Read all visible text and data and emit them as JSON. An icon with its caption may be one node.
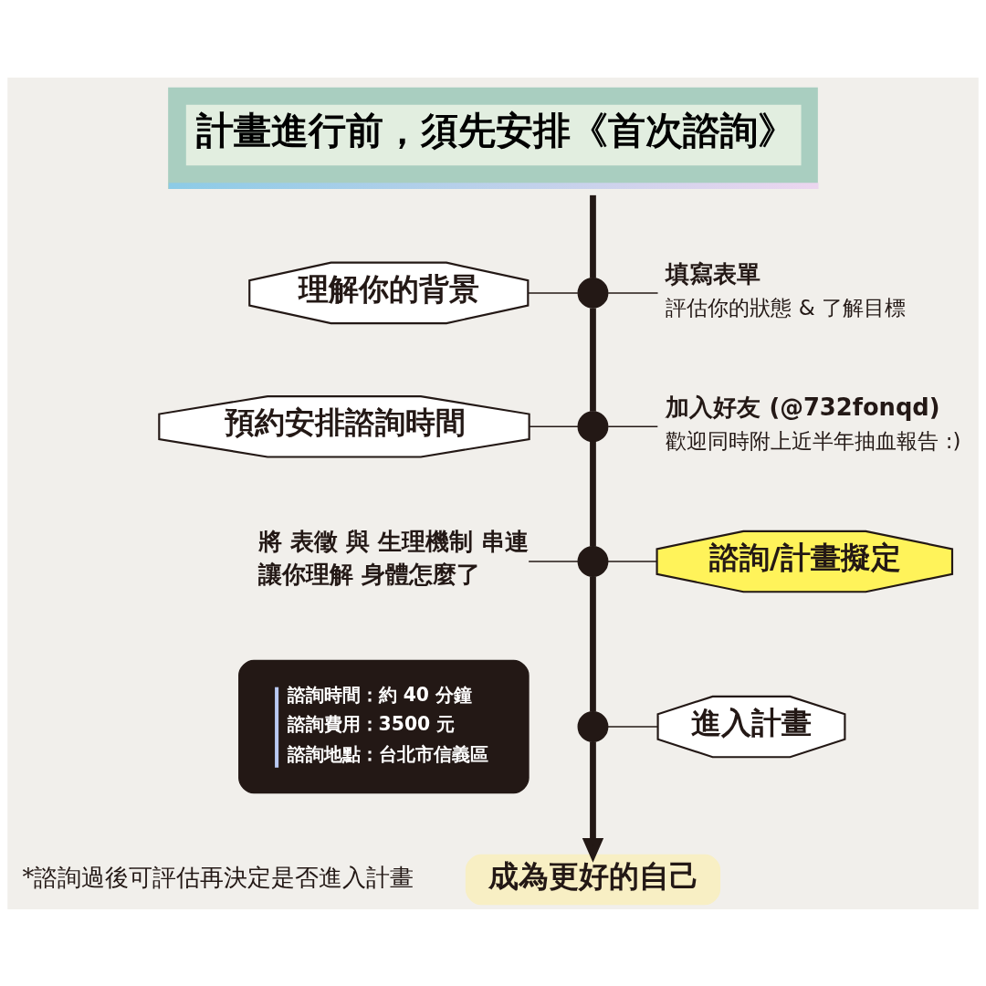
{
  "diagram": {
    "title": "計畫進行前，須先安排《首次諮詢》",
    "nodes": [
      {
        "text": [
          "理解你的背景"
        ]
      },
      {
        "text": [],
        "shape": "circle"
      },
      {
        "text": [
          "填寫表單",
          "評估你的狀態 & 了解目標"
        ]
      },
      {
        "text": [
          "預約安排諮詢時間"
        ]
      },
      {
        "text": [],
        "shape": "circle"
      },
      {
        "text": [
          "加入好友 (@732fonqd)",
          "歡迎同時附上近半年抽血報告 :)"
        ]
      },
      {
        "text": [
          "將 表徵 與 生理機制 串連",
          "讓你理解 身體怎麼了"
        ]
      },
      {
        "text": [],
        "shape": "circle"
      },
      {
        "text": [
          "諮詢/計畫擬定"
        ]
      },
      {
        "text": [
          "諮詢時間：約 40 分鐘",
          "諮詢費用：3500 元",
          "諮詢地點：台北市信義區"
        ]
      },
      {
        "text": [],
        "shape": "circle"
      },
      {
        "text": [
          "進入計畫"
        ]
      },
      {
        "text": [
          "成為更好的自己"
        ]
      }
    ],
    "edges": [
      {
        "from": null,
        "to": 1,
        "arrow": "none",
        "style": "thick"
      },
      {
        "from": 0,
        "to": 1,
        "arrow": "none"
      },
      {
        "from": 1,
        "to": 2,
        "arrow": "none"
      },
      {
        "from": 1,
        "to": 4,
        "arrow": "none",
        "style": "thick"
      },
      {
        "from": 3,
        "to": 4,
        "arrow": "none"
      },
      {
        "from": 4,
        "to": 5,
        "arrow": "none"
      },
      {
        "from": 4,
        "to": 7,
        "arrow": "none",
        "style": "thick"
      },
      {
        "from": 6,
        "to": 7,
        "arrow": "none"
      },
      {
        "from": 7,
        "to": 8,
        "arrow": "none"
      },
      {
        "from": 7,
        "to": 10,
        "arrow": "none",
        "style": "thick"
      },
      {
        "from": 10,
        "to": 11,
        "arrow": "none"
      },
      {
        "from": 10,
        "to": 12,
        "arrow": "to",
        "style": "thick"
      }
    ],
    "labels": [
      "*諮詢過後可評估再決定是否進入計畫"
    ]
  }
}
